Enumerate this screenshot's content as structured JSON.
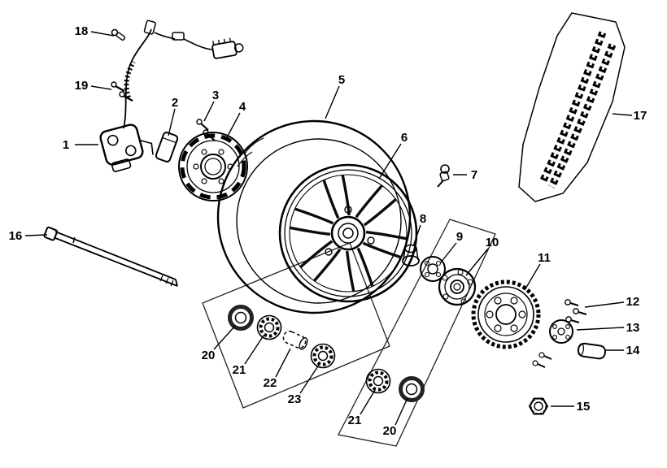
{
  "diagram": {
    "type": "exploded-parts-diagram",
    "subject": "motorcycle rear wheel assembly",
    "background_color": "#ffffff",
    "line_color": "#000000"
  },
  "callouts": [
    {
      "num": "18"
    },
    {
      "num": "19"
    },
    {
      "num": "1"
    },
    {
      "num": "2"
    },
    {
      "num": "3"
    },
    {
      "num": "4"
    },
    {
      "num": "5"
    },
    {
      "num": "6"
    },
    {
      "num": "7"
    },
    {
      "num": "8"
    },
    {
      "num": "9"
    },
    {
      "num": "10"
    },
    {
      "num": "11"
    },
    {
      "num": "12"
    },
    {
      "num": "13"
    },
    {
      "num": "14"
    },
    {
      "num": "15"
    },
    {
      "num": "16"
    },
    {
      "num": "17"
    },
    {
      "num": "20"
    },
    {
      "num": "21"
    },
    {
      "num": "22"
    },
    {
      "num": "23"
    },
    {
      "num": "21"
    },
    {
      "num": "20"
    }
  ]
}
